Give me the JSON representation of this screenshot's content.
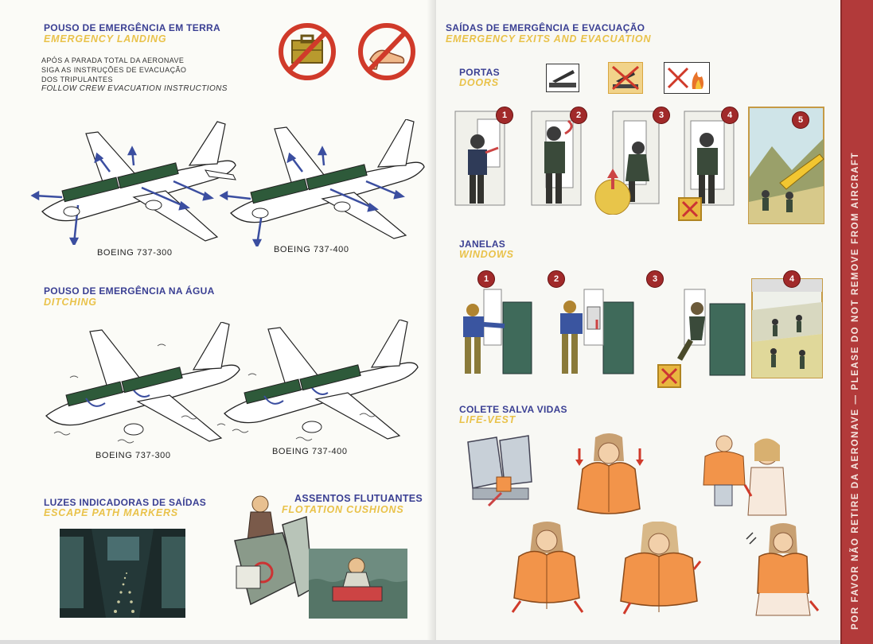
{
  "left": {
    "emergency_landing": {
      "pt": "POUSO DE EMERGÊNCIA EM TERRA",
      "en": "EMERGENCY LANDING",
      "instr_pt_1": "APÓS A PARADA TOTAL DA AERONAVE",
      "instr_pt_2": "SIGA AS INSTRUÇÕES DE EVACUAÇÃO",
      "instr_pt_3": "DOS TRIPULANTES",
      "instr_en": "FOLLOW CREW EVACUATION INSTRUCTIONS"
    },
    "planes_land": [
      {
        "caption": "BOEING 737-300"
      },
      {
        "caption": "BOEING 737-400"
      }
    ],
    "ditching": {
      "pt": "POUSO DE EMERGÊNCIA NA ÁGUA",
      "en": "DITCHING"
    },
    "planes_water": [
      {
        "caption": "BOEING 737-300"
      },
      {
        "caption": "BOEING 737-400"
      }
    ],
    "escape_path": {
      "pt": "LUZES INDICADORAS DE SAÍDAS",
      "en": "ESCAPE PATH MARKERS"
    },
    "flotation": {
      "pt": "ASSENTOS FLUTUANTES",
      "en": "FLOTATION CUSHIONS"
    }
  },
  "right": {
    "exits": {
      "pt": "SAÍDAS DE EMERGÊNCIA E EVACUAÇÃO",
      "en": "EMERGENCY EXITS AND EVACUATION"
    },
    "doors": {
      "pt": "PORTAS",
      "en": "DOORS",
      "steps": [
        "1",
        "2",
        "3",
        "4",
        "5"
      ]
    },
    "windows": {
      "pt": "JANELAS",
      "en": "WINDOWS",
      "steps": [
        "1",
        "2",
        "3",
        "4"
      ]
    },
    "lifevest": {
      "pt": "COLETE SALVA VIDAS",
      "en": "LIFE-VEST"
    }
  },
  "strip": {
    "text": "POR FAVOR NÃO RETIRE DA AERONAVE — PLEASE DO NOT REMOVE FROM AIRCRAFT"
  },
  "colors": {
    "heading_pt": "#3a3f93",
    "heading_en": "#e9c24a",
    "prohibit_red": "#d03a2a",
    "strip_red": "#b23a3a",
    "badge_red": "#a12a2a",
    "vest_orange": "#f2944a"
  },
  "icons": {
    "no_baggage": "no-baggage-icon",
    "no_high_heels": "no-high-heels-icon",
    "slide_ok": "slide-icon",
    "slide_blocked": "blocked-slide-icon",
    "fire_blocked": "fire-blocked-icon"
  }
}
